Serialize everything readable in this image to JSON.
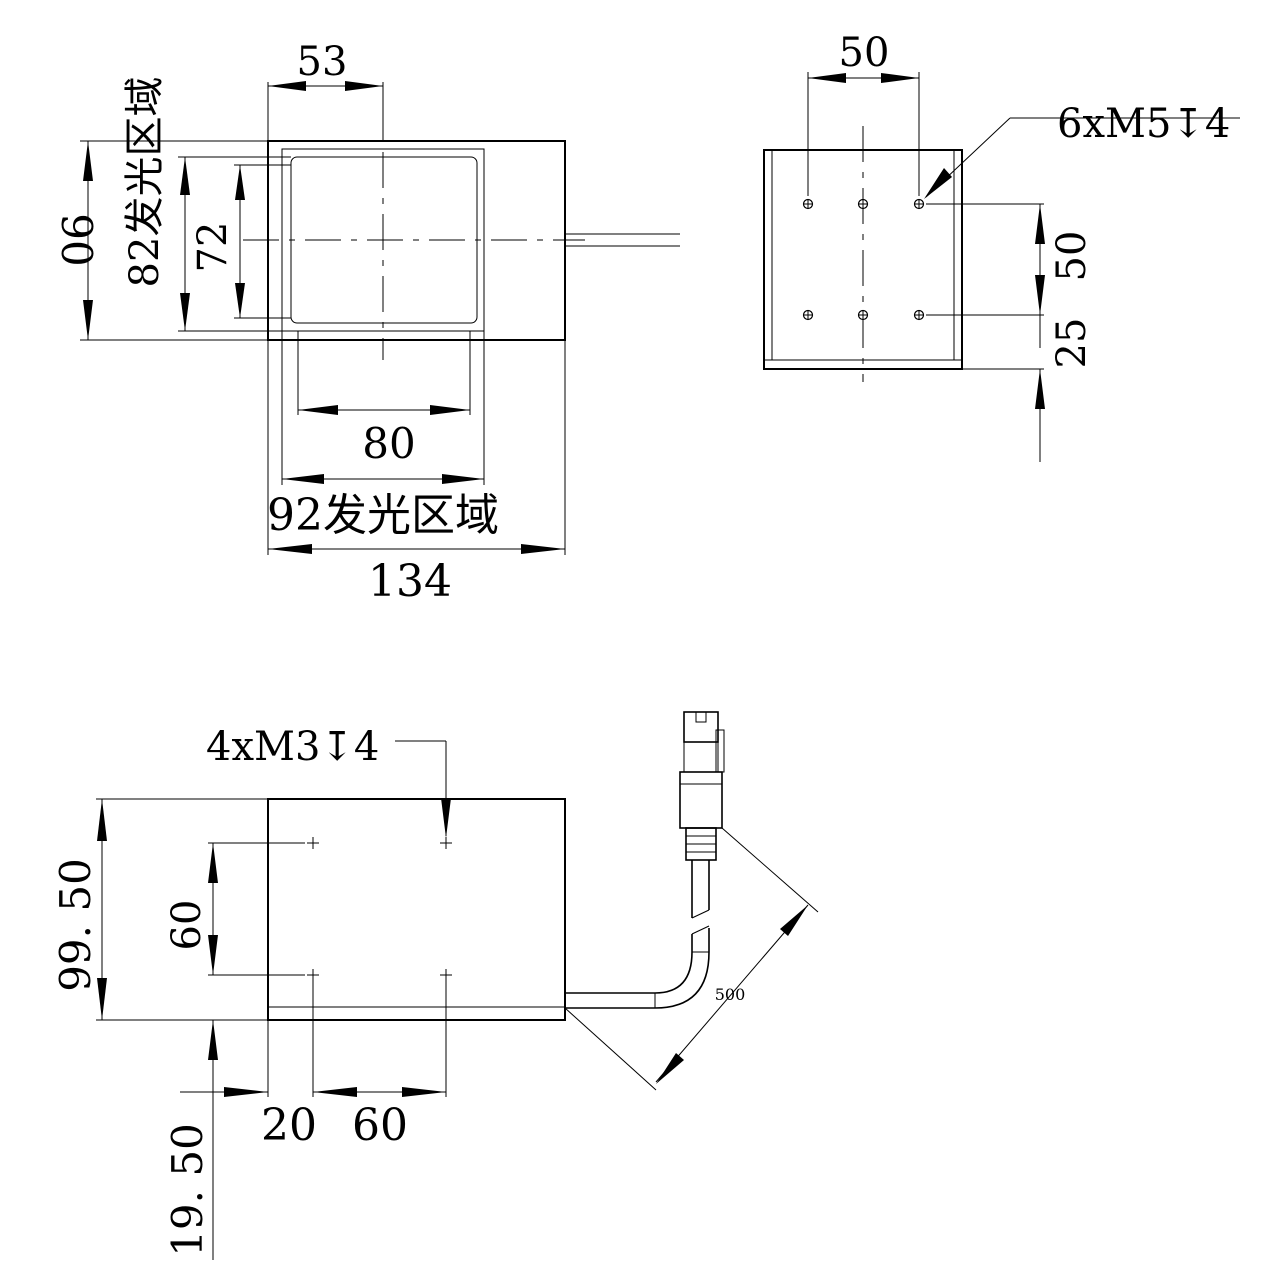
{
  "front_view": {
    "dim_top_53": "53",
    "dim_left_90": "90",
    "dim_left_82_label": "82发光区域",
    "dim_left_72": "72",
    "dim_bottom_80": "80",
    "dim_bottom_92_label": "92发光区域",
    "dim_bottom_134": "134"
  },
  "side_view": {
    "dim_top_50": "50",
    "callout_holes": "6xM5↧4",
    "dim_right_50": "50",
    "dim_right_25": "25"
  },
  "bottom_view": {
    "callout_holes": "4xM3↧4",
    "dim_left_99_50": "99. 50",
    "dim_left_60": "60",
    "dim_left_19_50": "19. 50",
    "dim_bottom_20": "20",
    "dim_bottom_60": "60",
    "dim_cable_500": "500"
  }
}
